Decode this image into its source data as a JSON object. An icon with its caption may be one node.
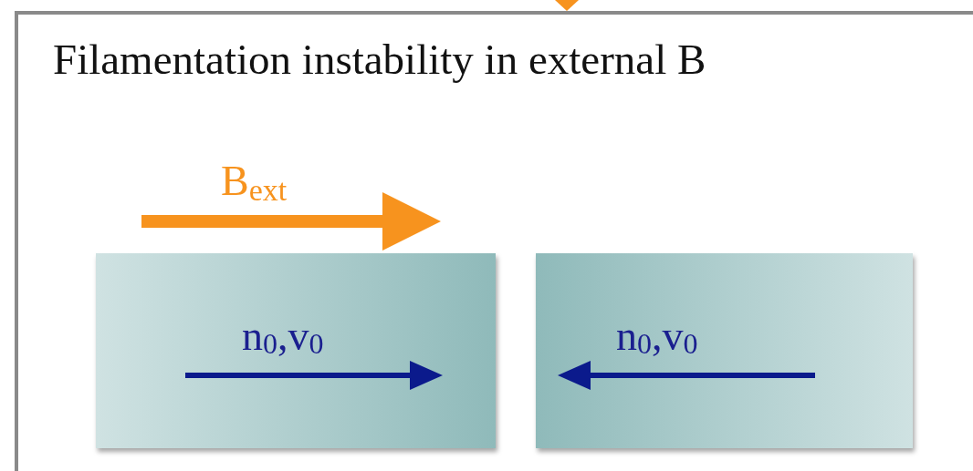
{
  "diagram": {
    "title": "Filamentation instability in external B",
    "nodes": [
      {
        "text": [
          "n$_{0}$,v$_{0}$"
        ]
      },
      {
        "text": [
          "n$_{0}$,v$_{0}$"
        ]
      }
    ],
    "labels": [
      "B$_{ext}$"
    ]
  }
}
